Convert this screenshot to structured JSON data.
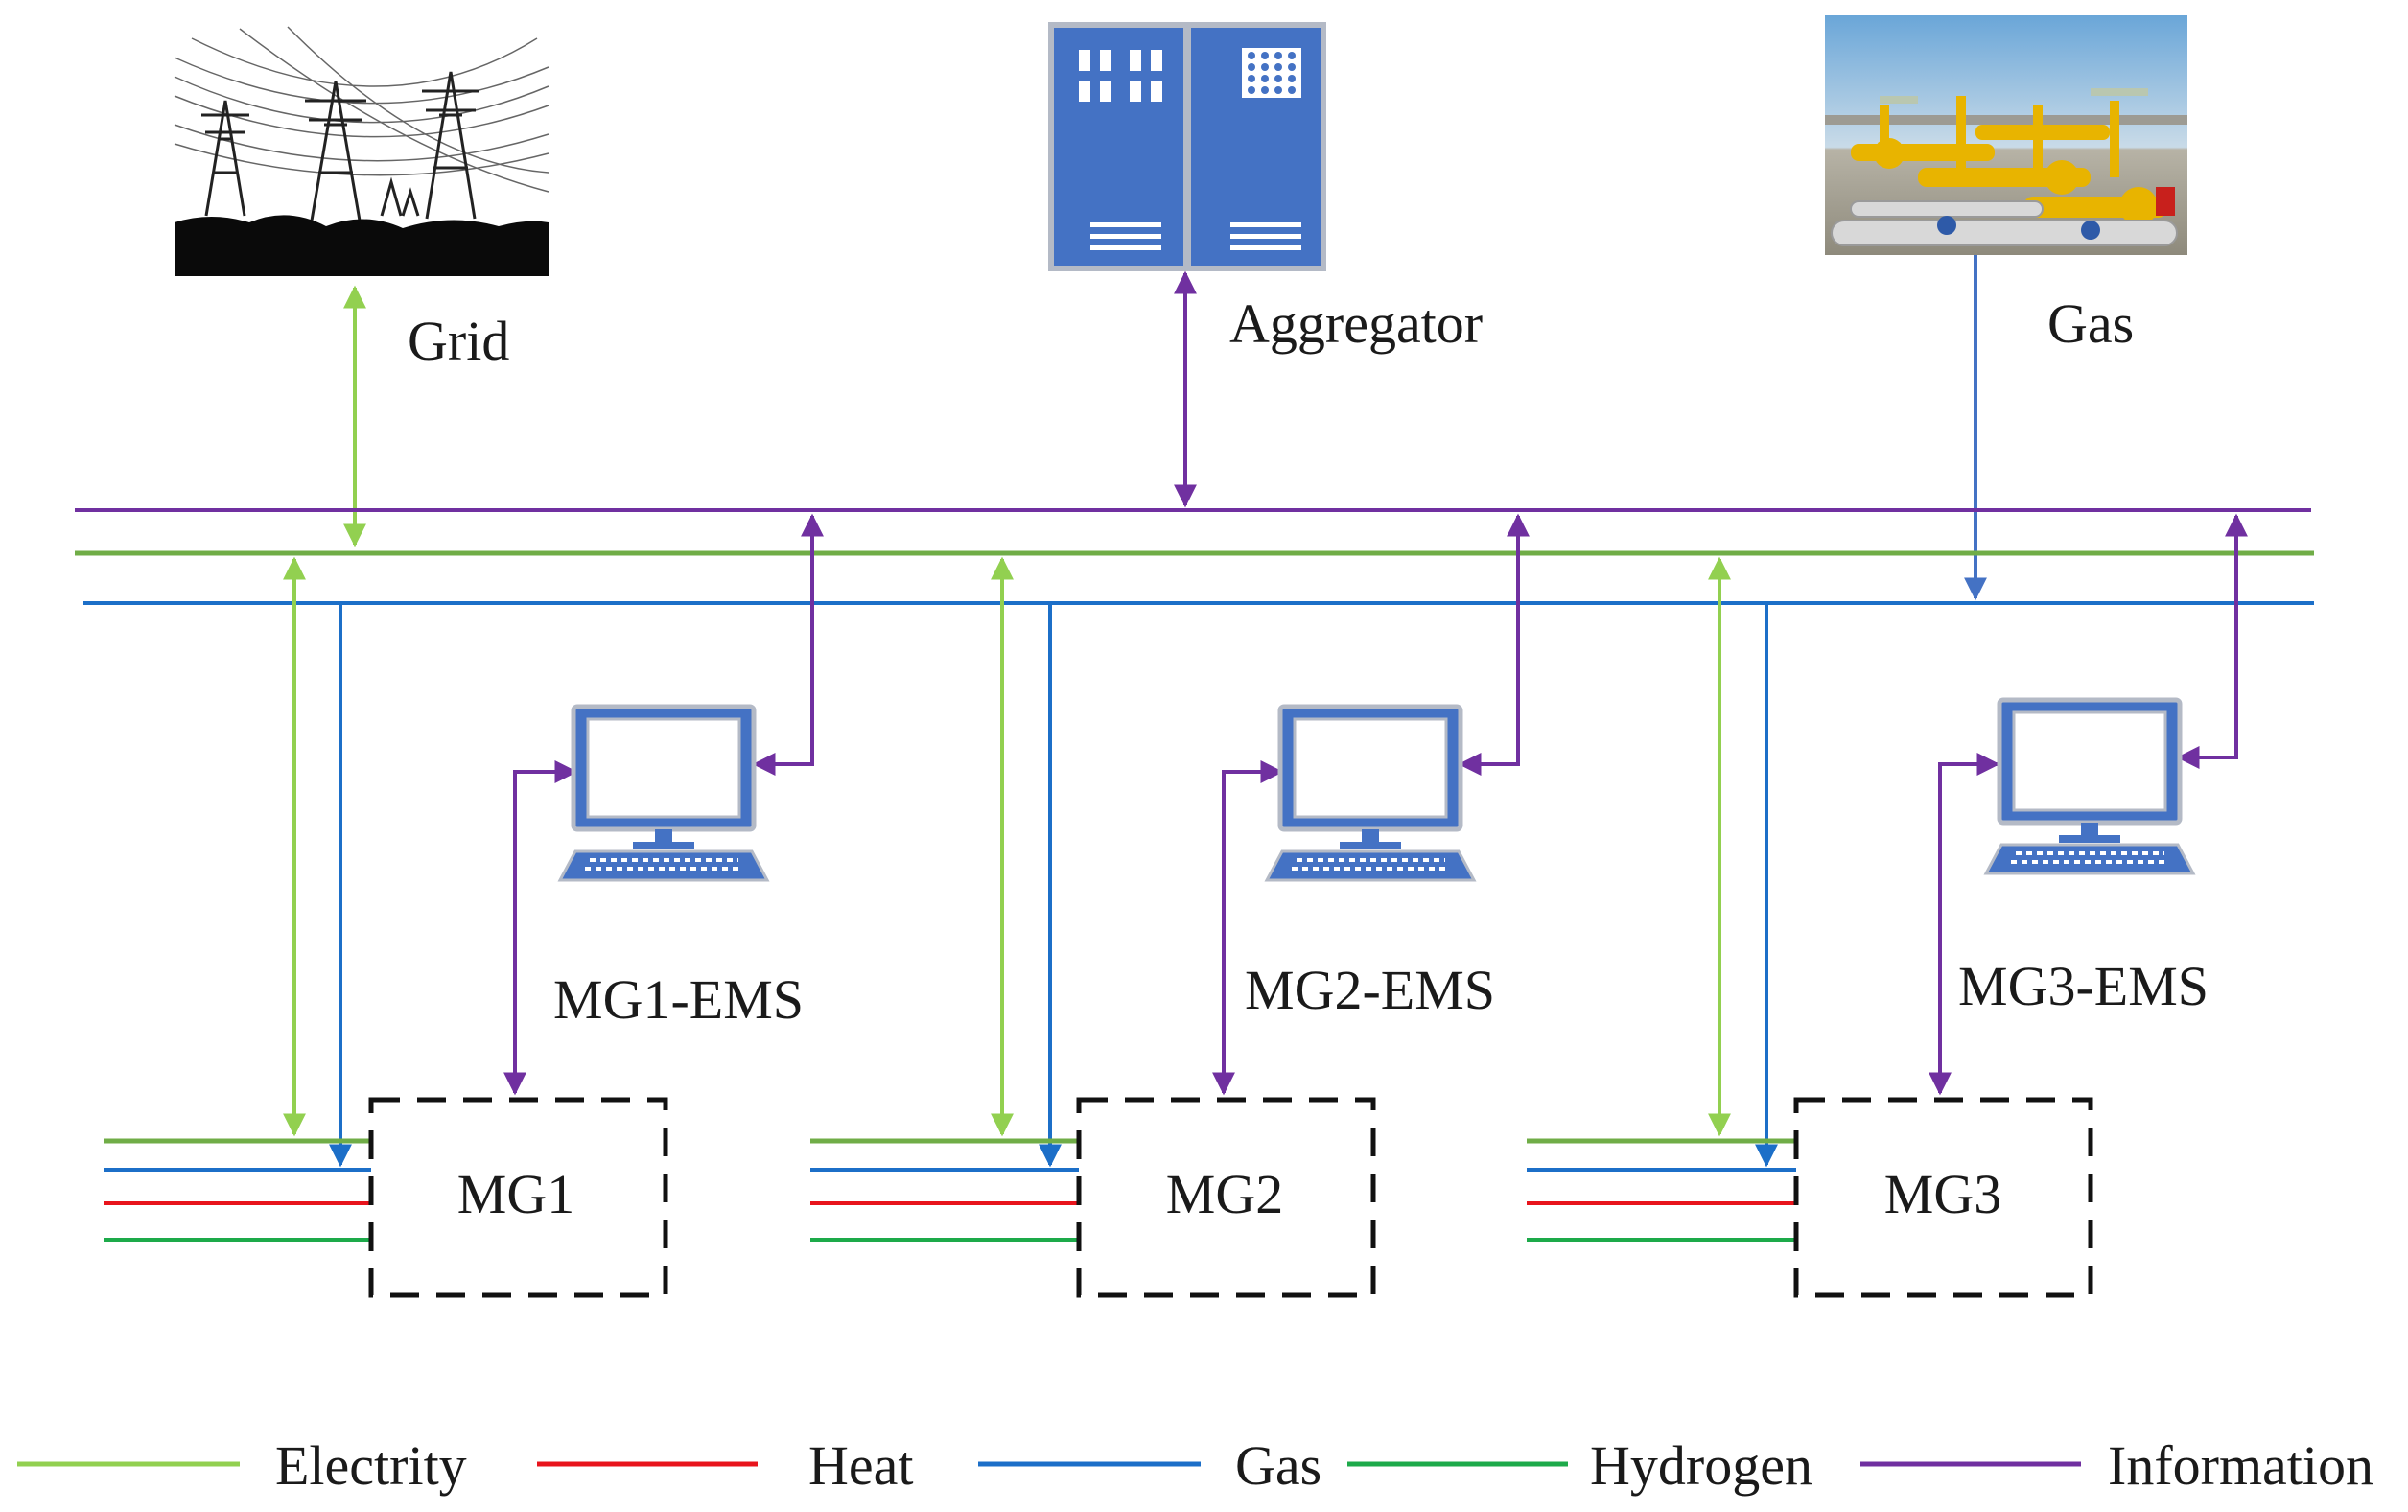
{
  "labels": {
    "grid": "Grid",
    "aggregator": "Aggregator",
    "gas": "Gas",
    "mg1_ems": "MG1-EMS",
    "mg2_ems": "MG2-EMS",
    "mg3_ems": "MG3-EMS",
    "mg1": "MG1",
    "mg2": "MG2",
    "mg3": "MG3"
  },
  "legend": [
    {
      "label": "Electrity",
      "color": "#92d050"
    },
    {
      "label": "Heat",
      "color": "#e8141c"
    },
    {
      "label": "Gas",
      "color": "#1c6fc8"
    },
    {
      "label": "Hydrogen",
      "color": "#1daa4a"
    },
    {
      "label": "Information",
      "color": "#7030a0"
    }
  ],
  "colors": {
    "electricity_bus": "#70ad47",
    "electricity": "#92d050",
    "heat": "#e8141c",
    "gas": "#1c6fc8",
    "hydrogen": "#1daa4a",
    "information": "#7030a0",
    "icon_blue": "#4472c4"
  },
  "icons": [
    "transmission-tower-photo",
    "server-icon",
    "gas-station-photo",
    "computer-icon"
  ]
}
